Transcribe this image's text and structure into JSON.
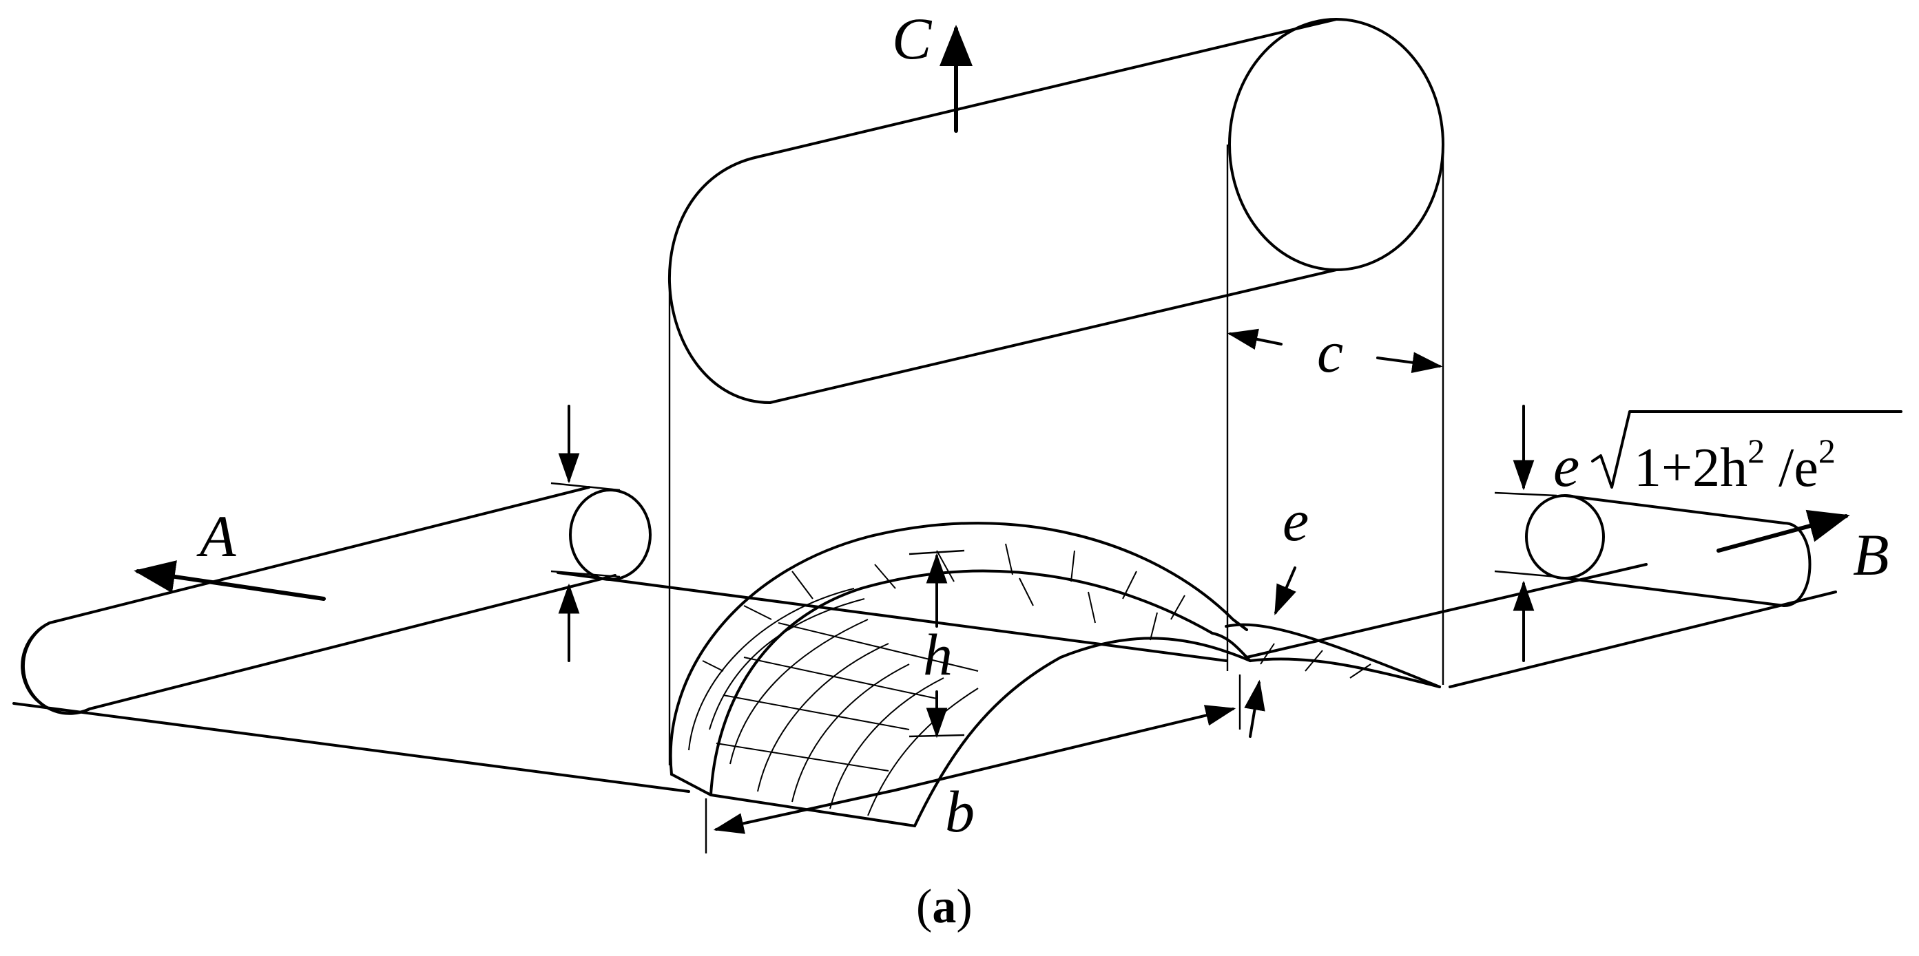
{
  "labels": {
    "A": "A",
    "B": "B",
    "C": "C",
    "b": "b",
    "c": "c",
    "h": "h",
    "e_tip": "e",
    "e_formula_prefix": "e",
    "formula_body": "1+2h",
    "formula_sup1": "2",
    "formula_div": " /e",
    "formula_sup2": "2"
  },
  "caption": {
    "open": "(",
    "letter": "a",
    "close": ")"
  },
  "icons": {
    "arrow": "arrow-icon",
    "sqrt": "sqrt-icon"
  }
}
